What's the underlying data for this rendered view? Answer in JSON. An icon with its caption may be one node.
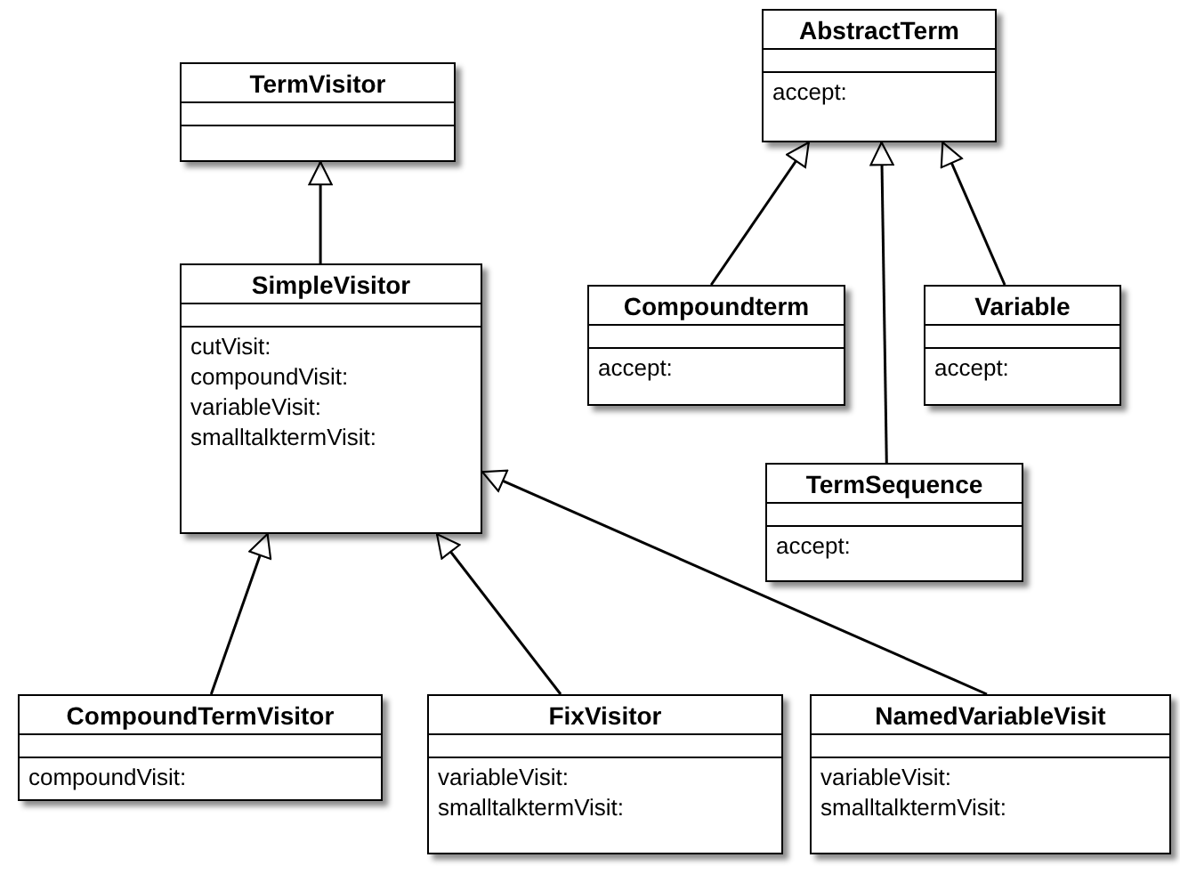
{
  "diagram": {
    "nodes": [
      {
        "text": [
          "TermVisitor"
        ]
      },
      {
        "text": [
          "AbstractTerm",
          "accept:"
        ]
      },
      {
        "text": [
          "SimpleVisitor",
          "cutVisit:",
          "compoundVisit:",
          "variableVisit:",
          "smalltalktermVisit:"
        ]
      },
      {
        "text": [
          "Compoundterm",
          "accept:"
        ]
      },
      {
        "text": [
          "Variable",
          "accept:"
        ]
      },
      {
        "text": [
          "TermSequence",
          "accept:"
        ]
      },
      {
        "text": [
          "CompoundTermVisitor",
          "compoundVisit:"
        ]
      },
      {
        "text": [
          "FixVisitor",
          "variableVisit:",
          "smalltalktermVisit:"
        ]
      },
      {
        "text": [
          "NamedVariableVisit",
          "variableVisit:",
          "smalltalktermVisit:"
        ]
      }
    ],
    "edges": [
      {
        "from": 2,
        "to": 0,
        "arrow": "to"
      },
      {
        "from": 3,
        "to": 1,
        "arrow": "to"
      },
      {
        "from": 5,
        "to": 1,
        "arrow": "to"
      },
      {
        "from": 4,
        "to": 1,
        "arrow": "to"
      },
      {
        "from": 6,
        "to": 2,
        "arrow": "to"
      },
      {
        "from": 7,
        "to": 2,
        "arrow": "to"
      },
      {
        "from": 8,
        "to": 2,
        "arrow": "to"
      }
    ]
  }
}
